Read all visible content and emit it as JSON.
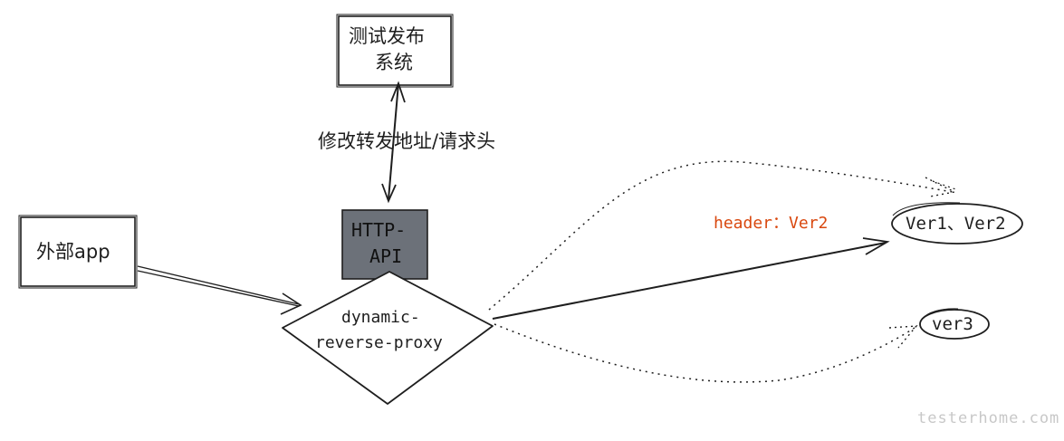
{
  "nodes": {
    "test_system": {
      "line1": "测试发布",
      "line2": "系统"
    },
    "external_app": {
      "label": "外部app"
    },
    "http_api": {
      "line1": "HTTP-",
      "line2": "API"
    },
    "proxy": {
      "line1": "dynamic-",
      "line2": "reverse-proxy"
    },
    "ver12": {
      "label": "Ver1、Ver2"
    },
    "ver3": {
      "label": "ver3"
    }
  },
  "edges": {
    "modify_label": "修改转发地址/请求头",
    "header_label": "header：Ver2"
  },
  "watermark": "testerhome.com",
  "colors": {
    "stroke": "#1e1e1e",
    "api_fill": "#6c7179",
    "accent": "#d9480f",
    "watermark": "#c8c8c8"
  }
}
